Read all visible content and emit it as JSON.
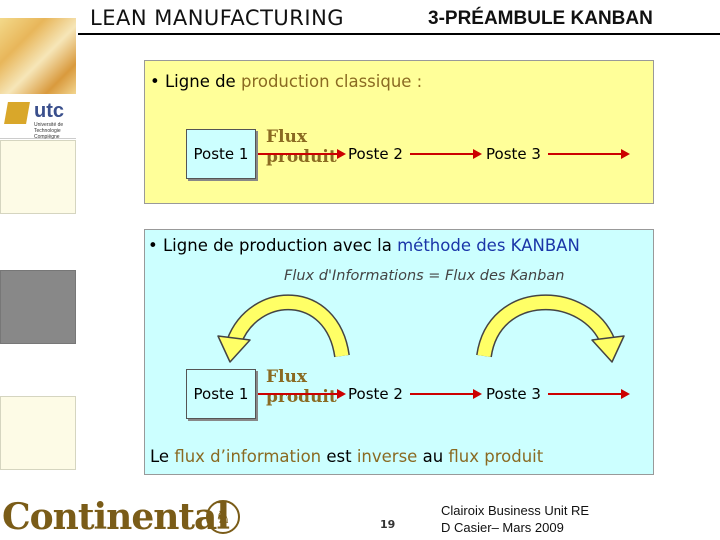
{
  "header": {
    "left_title": "LEAN MANUFACTURING",
    "right_title": "3-PRÉAMBULE KANBAN"
  },
  "sidebar": {
    "logo_text": "utc",
    "logo_subtitle": "Université de Technologie Compiègne"
  },
  "section1": {
    "bullet": "•",
    "text_prefix": "Ligne de ",
    "text_highlight": "production classique :",
    "postes": [
      "Poste 1",
      "Poste 2",
      "Poste 3"
    ],
    "flux_line1": "Flux",
    "flux_line2": "produit"
  },
  "section2": {
    "bullet": "•",
    "text_prefix": "Ligne de production avec la ",
    "text_highlight": "méthode des KANBAN",
    "flux_info": "Flux d'Informations = Flux des Kanban",
    "postes": [
      "Poste 1",
      "Poste 2",
      "Poste 3"
    ],
    "flux_line1": "Flux",
    "flux_line2": "produit",
    "conclusion": {
      "p1": "Le ",
      "h1": "flux d’information",
      "p2": " est ",
      "h2": "inverse",
      "p3": " au ",
      "h3": "flux produit"
    }
  },
  "footer": {
    "company": "Continental",
    "page_number": "19",
    "line1": "Clairoix Business Unit RE",
    "line2": "D Casier– Mars 2009"
  },
  "colors": {
    "panel1_bg": "#ffff99",
    "panel2_bg": "#ccffff",
    "arrow_red": "#cc0000",
    "arc_yellow": "#ffff66",
    "highlight_brown": "#8a6a22",
    "highlight_blue": "#1a35a8"
  }
}
